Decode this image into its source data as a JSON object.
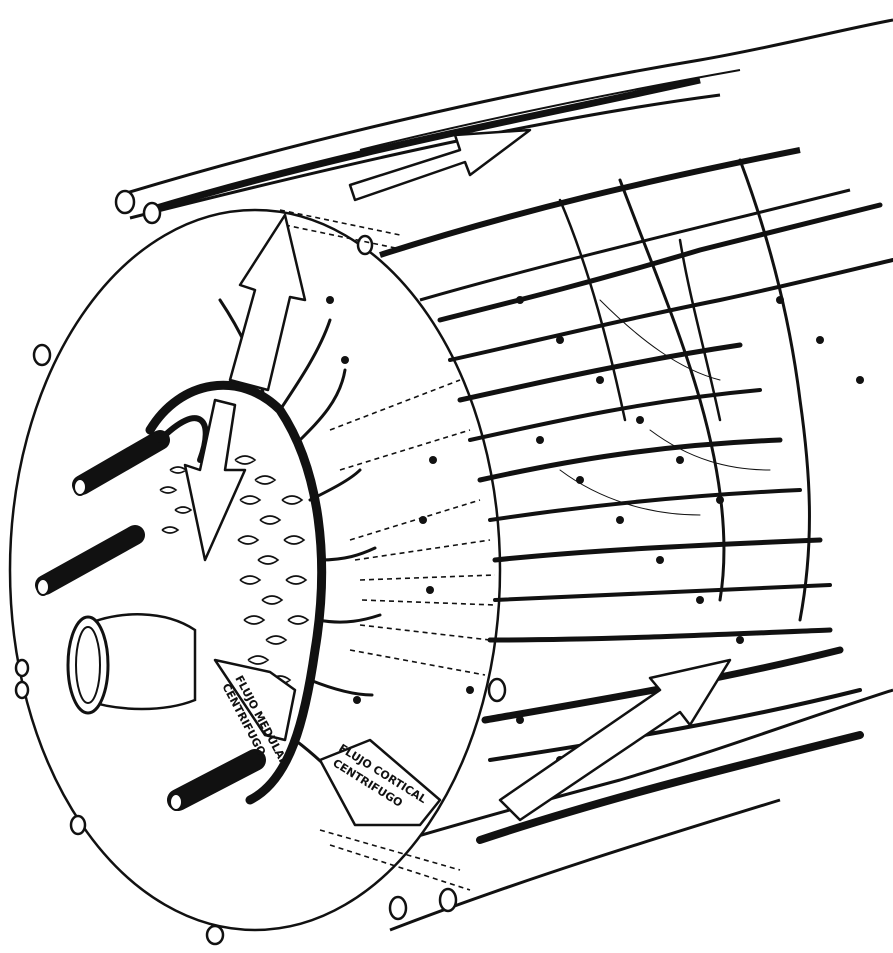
{
  "figure": {
    "labels": {
      "medullary_line1": "FLUJO MEDULAR",
      "medullary_line2": "CENTRIFUGO",
      "cortical_line1": "FLUJO CORTICAL",
      "cortical_line2": "CENTRIFUGO"
    },
    "ink_color": "#111111",
    "paper_color": "#ffffff"
  }
}
